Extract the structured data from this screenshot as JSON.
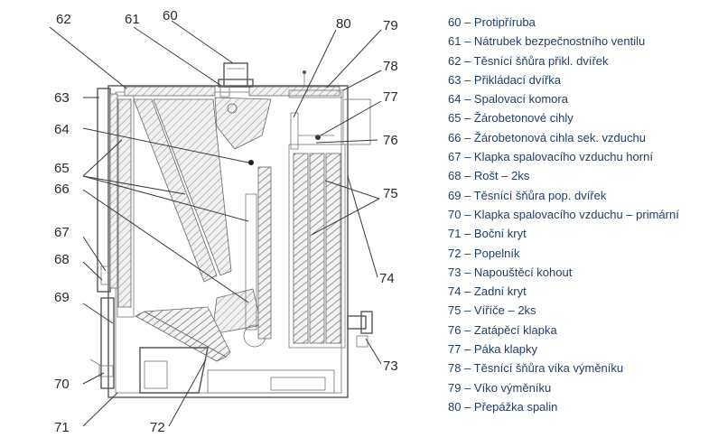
{
  "callouts": [
    "60",
    "61",
    "62",
    "63",
    "64",
    "65",
    "66",
    "67",
    "68",
    "69",
    "70",
    "71",
    "72",
    "73",
    "74",
    "75",
    "76",
    "77",
    "78",
    "79",
    "80"
  ],
  "legend": [
    "60 – Protipříruba",
    "61 – Nátrubek bezpečnostního ventilu",
    "62 – Těsnící šňůra přikl. dvířek",
    "63 – Přikládací dvířka",
    "64 – Spalovací komora",
    "65 – Žárobetonové cihly",
    "66 – Žárobetonová cihla sek. vzduchu",
    "67 – Klapka spalovacího vzduchu horní",
    "68 – Rošt – 2ks",
    "69 – Těsnící šňůra pop. dvířek",
    "70 – Klapka spalovacího vzduchu – primární",
    "71 – Boční kryt",
    "72 – Popelník",
    "73 – Napouštěcí kohout",
    "74 – Zadní kryt",
    "75 – Víříče – 2ks",
    "76 – Zatápěcí klapka",
    "77 – Páka klapky",
    "78 – Těsnící šňůra víka výměníku",
    "79 – Víko výměníku",
    "80 – Přepážka spalin"
  ],
  "colors": {
    "legend_text": "#1f3f66",
    "lines": "#555555",
    "labels": "#2a2a2a"
  }
}
